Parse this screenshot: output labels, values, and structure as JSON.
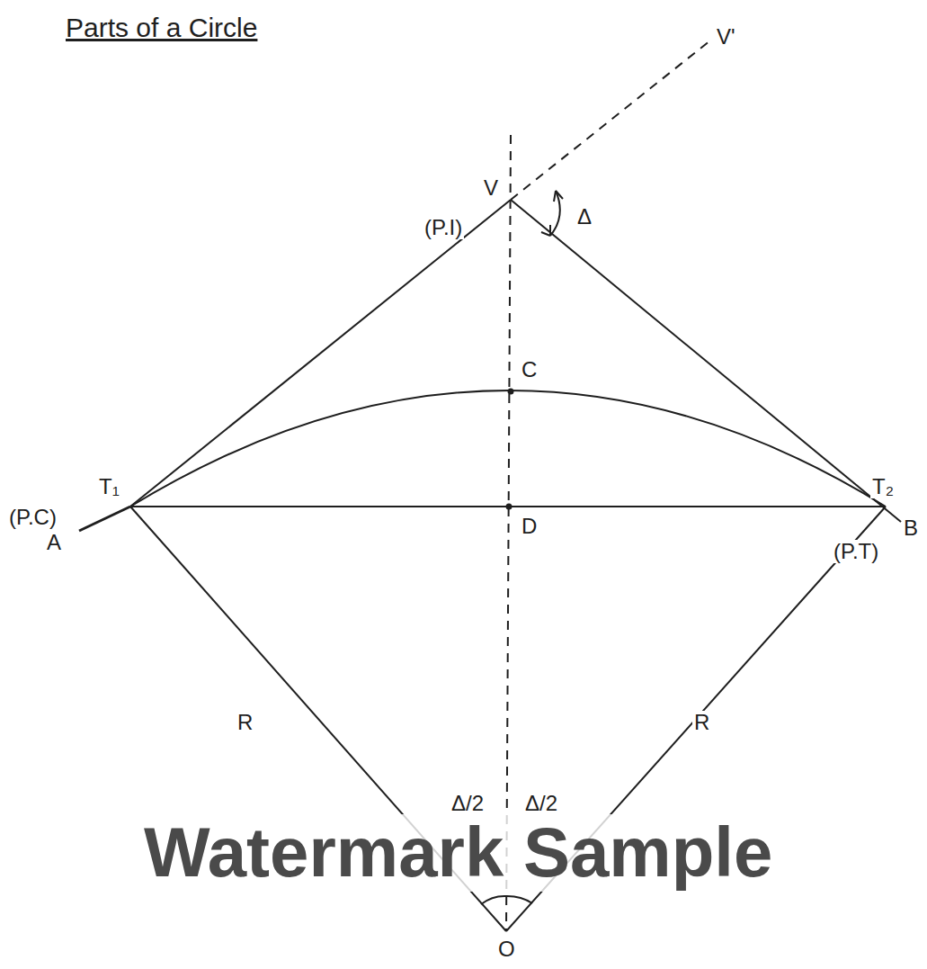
{
  "diagram": {
    "title": "Parts of a Circle",
    "labels": [
      "V'",
      "(P.I)",
      "V",
      "Δ",
      "C",
      "(P.C)",
      "T₁",
      "A",
      "D",
      "T₂",
      "B",
      "(P.T)",
      "R",
      "R",
      "Δ/2",
      "Δ/2",
      "O",
      "Watermark Sample"
    ]
  }
}
